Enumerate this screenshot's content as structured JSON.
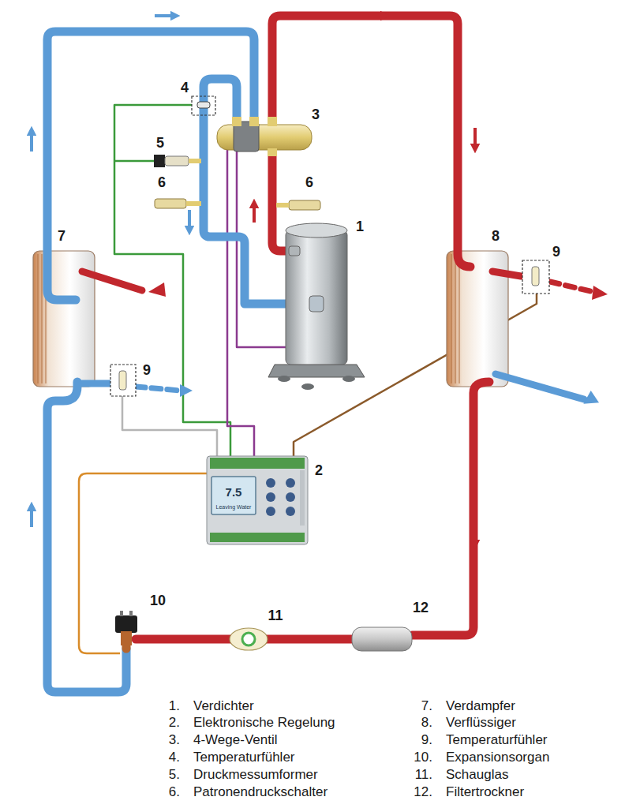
{
  "diagram": {
    "labels": [
      "4",
      "3",
      "5",
      "6",
      "6",
      "1",
      "7",
      "8",
      "9",
      "9",
      "2",
      "10",
      "11",
      "12",
      "7.5",
      "Leaving Water",
      "1.",
      "Verdichter",
      "2.",
      "Elektronische Regelung",
      "3.",
      "4-Wege-Ventil",
      "4.",
      "Temperaturfühler",
      "5.",
      "Druckmessumformer",
      "6.",
      "Patronendruckschalter",
      "7.",
      "Verdampfer",
      "8.",
      "Verflüssiger",
      "9.",
      "Temperaturfühler",
      "10.",
      "Expansionsorgan",
      "11.",
      "Schauglas",
      "12.",
      "Filtertrockner"
    ]
  }
}
